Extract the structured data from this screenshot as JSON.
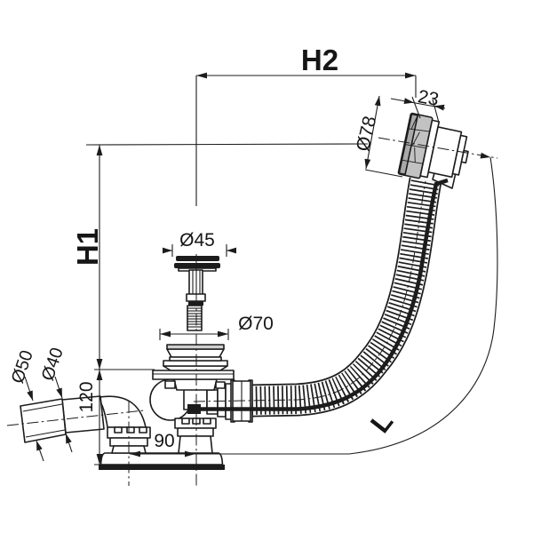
{
  "drawing": {
    "type": "technical dimensional drawing",
    "subject": "bath waste, overflow and filling set with corrugated hose",
    "labels": {
      "h2": "H2",
      "h1": "H1",
      "cap_width": "23",
      "overflow_dia": "Ø78",
      "plug_dia": "Ø45",
      "flange_dia": "Ø70",
      "outlet_outer_dia": "Ø50",
      "outlet_inner_dia": "Ø40",
      "body_height": "120",
      "base_offset": "90",
      "hose_length": "L"
    },
    "colors": {
      "line": "#1c1c1c",
      "background": "#ffffff",
      "metal_shade": "#c2c2c2",
      "metal_shade_dark": "#a9a9a9",
      "flange_shade": "#cfcfcf"
    }
  }
}
